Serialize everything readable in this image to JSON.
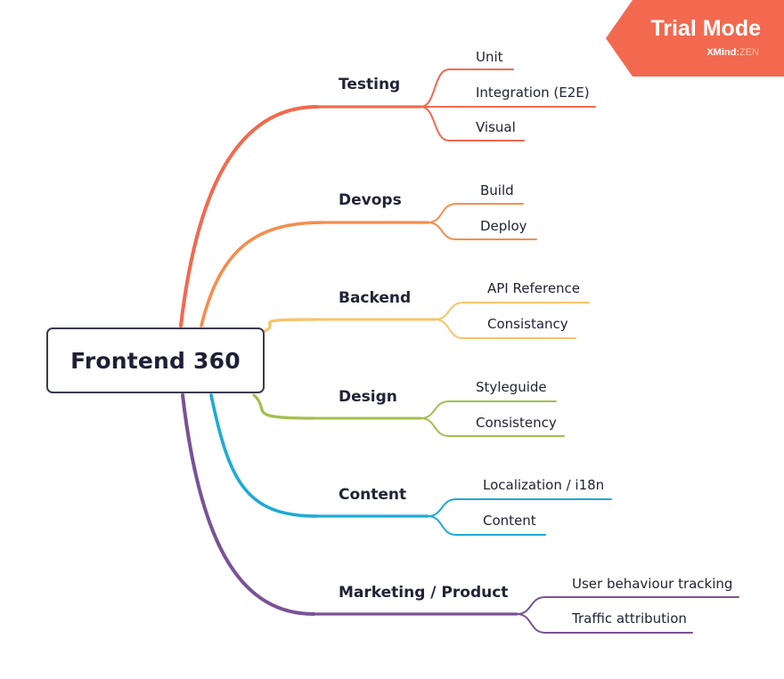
{
  "root": {
    "label": "Frontend 360",
    "color": "#3a3a52"
  },
  "branches": [
    {
      "label": "Testing",
      "color": "#f2694f",
      "children": [
        "Unit",
        "Integration (E2E)",
        "Visual"
      ]
    },
    {
      "label": "Devops",
      "color": "#f68d4d",
      "children": [
        "Build",
        "Deploy"
      ]
    },
    {
      "label": "Backend",
      "color": "#f8c36b",
      "children": [
        "API Reference",
        "Consistancy"
      ]
    },
    {
      "label": "Design",
      "color": "#a3bf4f",
      "children": [
        "Styleguide",
        "Consistency"
      ]
    },
    {
      "label": "Content",
      "color": "#1eaad6",
      "children": [
        "Localization / i18n",
        "Content"
      ]
    },
    {
      "label": "Marketing / Product",
      "color": "#7a5296",
      "children": [
        "User behaviour tracking",
        "Traffic attribution"
      ]
    }
  ],
  "watermark": {
    "title": "Trial Mode",
    "brand": "XMind",
    "brand_separator": ":",
    "edition": "ZEN",
    "color": "#f2694f"
  }
}
